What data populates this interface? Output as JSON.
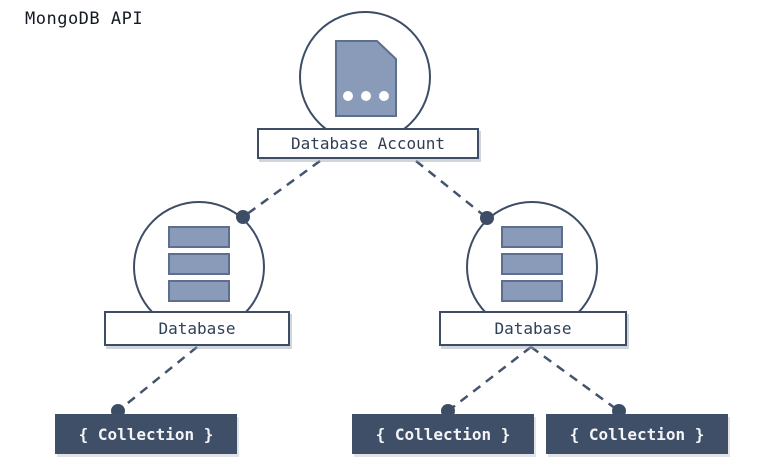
{
  "title": "MongoDB API",
  "diagram": {
    "type": "tree-hierarchy",
    "nodes": [
      {
        "id": "account",
        "label": "Database Account",
        "icon": "document-card-icon",
        "type": "account"
      },
      {
        "id": "db-left",
        "label": "Database",
        "icon": "stacked-rows-icon",
        "type": "database"
      },
      {
        "id": "db-right",
        "label": "Database",
        "icon": "stacked-rows-icon",
        "type": "database"
      },
      {
        "id": "collection-1",
        "label": "{ Collection }",
        "type": "collection"
      },
      {
        "id": "collection-2",
        "label": "{ Collection }",
        "type": "collection"
      },
      {
        "id": "collection-3",
        "label": "{ Collection }",
        "type": "collection"
      }
    ],
    "edges": [
      {
        "from": "account",
        "to": "db-left",
        "style": "dashed-with-dot"
      },
      {
        "from": "account",
        "to": "db-right",
        "style": "dashed-with-dot"
      },
      {
        "from": "db-left",
        "to": "collection-1",
        "style": "dashed-with-dot"
      },
      {
        "from": "db-right",
        "to": "collection-2",
        "style": "dashed-with-dot"
      },
      {
        "from": "db-right",
        "to": "collection-3",
        "style": "dashed-with-dot"
      }
    ],
    "colors": {
      "outline": "#3e4d66",
      "edge": "#45546e",
      "icon_fill": "#8a9ab9",
      "icon_stroke": "#5d6e8e",
      "collection_bg": "#404f68",
      "collection_text": "#f2f4f8",
      "label_text": "#2f3e55",
      "title_text": "#141a24"
    }
  }
}
